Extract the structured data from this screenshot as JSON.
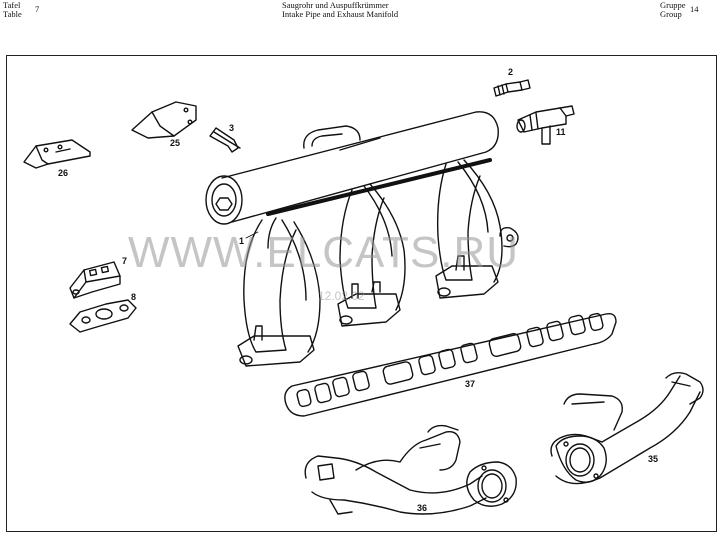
{
  "header": {
    "left_line1": "Tafel",
    "left_line2": "Table",
    "table_number": "7",
    "title_de": "Saugrohr und Auspuffkrümmer",
    "title_en": "Intake Pipe and Exhaust Manifold",
    "right_line1": "Gruppe",
    "right_line2": "Group",
    "group_number": "14"
  },
  "watermark": {
    "text": "WWW.ELCATS.RU",
    "date": "12.02.02"
  },
  "callouts": {
    "p1": "1",
    "p2": "2",
    "p3": "3",
    "p7": "7",
    "p8": "8",
    "p11": "11",
    "p25": "25",
    "p26": "26",
    "p35": "35",
    "p36": "36",
    "p37": "37"
  }
}
